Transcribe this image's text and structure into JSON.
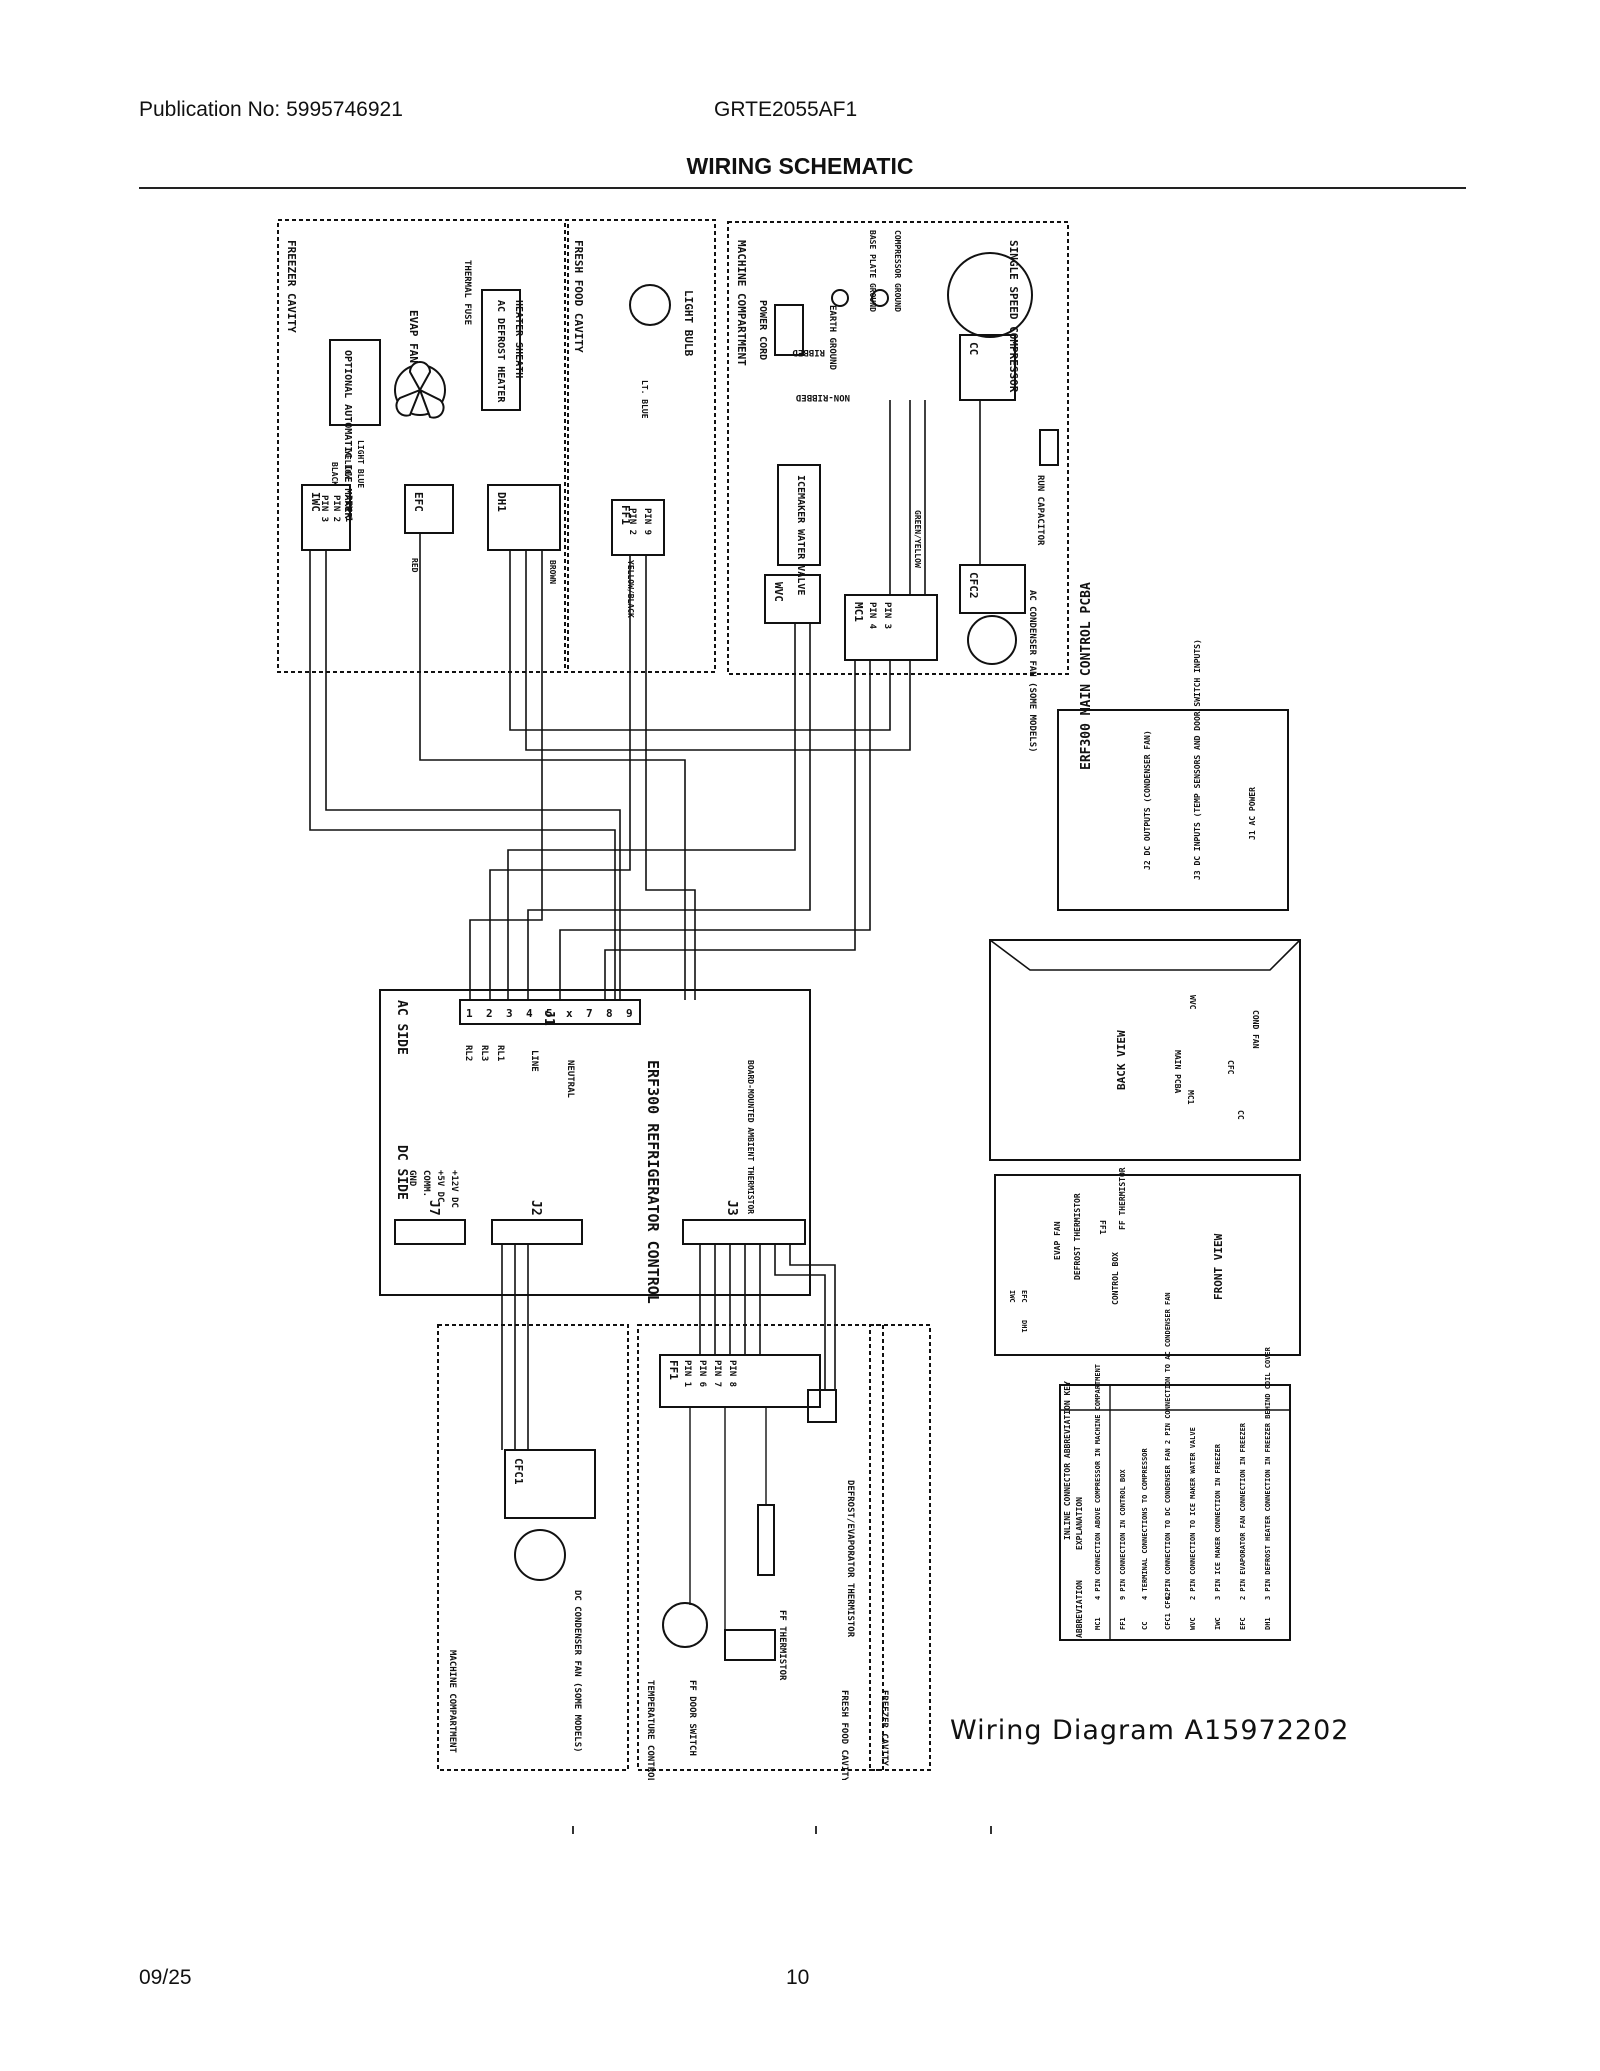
{
  "header": {
    "publication": "Publication No: 5995746921",
    "model": "GRTE2055AF1",
    "title": "WIRING SCHEMATIC"
  },
  "footer": {
    "date": "09/25",
    "page": "10"
  },
  "diagram_label": "Wiring Diagram A15972202",
  "regions": {
    "freezer_cavity": "FREEZER CAVITY",
    "fresh_food_cavity": "FRESH FOOD CAVITY",
    "machine_compartment": "MACHINE COMPARTMENT",
    "machine_compartment_bottom": "MACHINE COMPARTMENT",
    "ff_cavity_bottom": "FRESH FOOD CAVITY",
    "fz_cavity_bottom": "FREEZER CAVITY"
  },
  "components": {
    "ice_maker": "OPTIONAL AUTOMATIC ICE MAKER",
    "evap_fan": "EVAP FAN",
    "defrost_heater": "AC DEFROST HEATER",
    "heater_sheath": "HEATER SHEATH",
    "thermal_fuse": "THERMAL FUSE",
    "light_bulb": "LIGHT BULB",
    "power_cord": "POWER CORD",
    "earth_ground": "EARTH GROUND",
    "base_plate_ground": "BASE PLATE GROUND",
    "compressor_ground": "COMPRESSOR GROUND",
    "ribbed": "RIBBED",
    "non_ribbed": "NON-RIBBED",
    "compressor": "SINGLE SPEED COMPRESSOR",
    "run_capacitor": "RUN CAPACITOR",
    "icemaker_valve": "ICEMAKER WATER VALVE",
    "ac_condenser_fan": "AC CONDENSER FAN (SOME MODELS)",
    "dc_condenser_fan": "DC CONDENSER FAN (SOME MODELS)",
    "temperature_control": "TEMPERATURE CONTROL",
    "ff_door_switch": "FF DOOR SWITCH",
    "ff_thermistor": "FF THERMISTOR",
    "defrost_thermistor": "DEFROST/EVAPORATOR THERMISTOR"
  },
  "connectors": {
    "iwc": "IWC",
    "efc": "EFC",
    "dh1": "DH1",
    "ff1": "FF1",
    "wvc": "WVC",
    "mc1": "MC1",
    "cfc2": "CFC2",
    "cc": "CC",
    "cfc1": "CFC1",
    "ff1b": "FF1",
    "pin1": "PIN 1",
    "pin2": "PIN 2",
    "pin3": "PIN 3",
    "pin4": "PIN 4",
    "pin6": "PIN 6",
    "pin7": "PIN 7",
    "pin8": "PIN 8",
    "pin9": "PIN 9"
  },
  "wires": {
    "black": "BLACK",
    "yellow": "YELLOW",
    "light_blue": "LIGHT BLUE",
    "red": "RED",
    "green_yellow": "GREEN/YELLOW",
    "brown": "BROWN",
    "yellow_black": "YELLOW/BLACK",
    "lt_blue": "LT. BLUE"
  },
  "control": {
    "name": "ERF300 REFRIGERATOR CONTROL",
    "ac_side": "AC SIDE",
    "dc_side": "DC SIDE",
    "j1": "J1",
    "j2": "J2",
    "j3": "J3",
    "j7": "J7",
    "rl2": "RL2",
    "rl3": "RL3",
    "rl1": "RL1",
    "line": "LINE",
    "neutral": "NEUTRAL",
    "board_thermistor": "BOARD-MOUNTED AMBIENT THERMISTOR",
    "gnd": "GND",
    "comm": "COMM.",
    "v5": "+5V DC",
    "v12": "+12V DC",
    "j1_pins": [
      "1",
      "2",
      "3",
      "4",
      "5",
      "x",
      "7",
      "8",
      "9"
    ]
  },
  "pcba": {
    "title": "ERF300 MAIN CONTROL PCBA",
    "j2": "J2 DC OUTPUTS (CONDENSER FAN)",
    "j3": "J3 DC INPUTS (TEMP SENSORS AND DOOR SWITCH INPUTS)",
    "j1": "J1 AC POWER"
  },
  "back_view": {
    "title": "BACK VIEW",
    "wvc": "WVC",
    "main": "MAIN PCBA",
    "mc1": "MC1",
    "cond_fan": "COND FAN",
    "cfc": "CFC",
    "cc": "CC"
  },
  "front_view": {
    "title": "FRONT VIEW",
    "evap_fan": "EVAP FAN",
    "defrost": "DEFROST THERMISTOR",
    "ff_therm": "FF THERMISTOR",
    "ff1": "FF1",
    "control_box": "CONTROL BOX",
    "iwc": "IWC",
    "efc": "EFC",
    "dh1": "DH1"
  },
  "key": {
    "title": "INLINE CONNECTOR ABBREVIATION KEY",
    "col1": "ABBREVIATION",
    "col2": "EXPLANATION",
    "rows": [
      {
        "abbr": "MC1",
        "text": "4 PIN CONNECTION ABOVE COMPRESSOR IN MACHINE COMPARTMENT"
      },
      {
        "abbr": "FF1",
        "text": "9 PIN CONNECTION IN CONTROL BOX"
      },
      {
        "abbr": "CC",
        "text": "4 TERMINAL CONNECTIONS TO COMPRESSOR"
      },
      {
        "abbr": "CFC1 CFC2",
        "text": "4 PIN CONNECTION TO DC CONDENSER FAN 2 PIN CONNECTION TO AC CONDENSER FAN"
      },
      {
        "abbr": "WVC",
        "text": "2 PIN CONNECTION TO ICE MAKER WATER VALVE"
      },
      {
        "abbr": "IWC",
        "text": "3 PIN ICE MAKER CONNECTION IN FREEZER"
      },
      {
        "abbr": "EFC",
        "text": "2 PIN EVAPORATOR FAN CONNECTION IN FREEZER"
      },
      {
        "abbr": "DH1",
        "text": "3 PIN DEFROST HEATER CONNECTION IN FREEZER BEHIND COIL COVER"
      }
    ]
  }
}
